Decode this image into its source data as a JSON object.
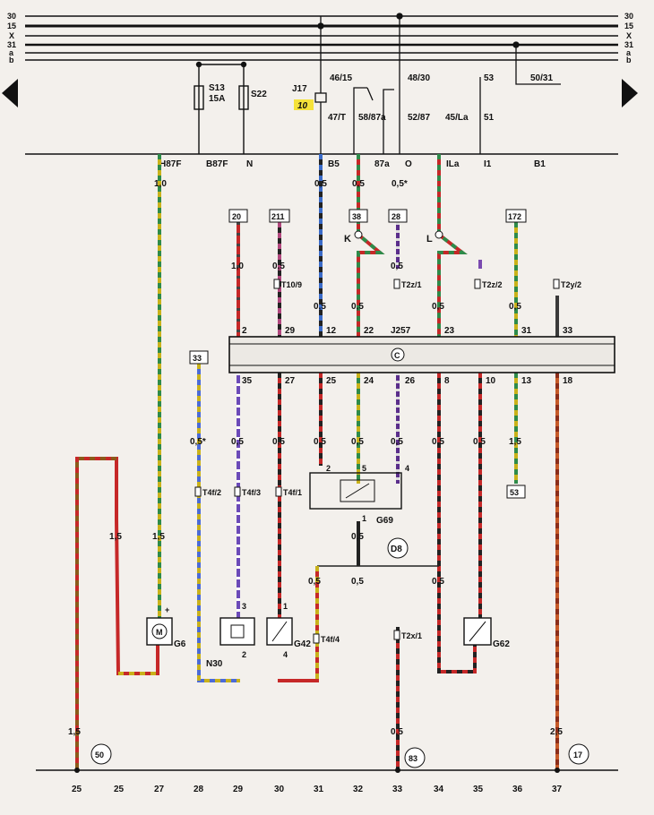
{
  "buses": {
    "left": [
      "30",
      "15",
      "X",
      "31",
      "a",
      "b"
    ],
    "right": [
      "30",
      "15",
      "X",
      "31",
      "a",
      "b"
    ]
  },
  "fuses": {
    "s13": "S13",
    "s13_rating": "15A",
    "s22": "S22"
  },
  "relay": {
    "name": "J17",
    "number": "10",
    "terminals": [
      "46/15",
      "48/30",
      "47/T",
      "58/87a",
      "52/87",
      "45/La",
      "51",
      "53",
      "50/31"
    ]
  },
  "connectors_top": [
    "H87F",
    "B87F",
    "N",
    "B5",
    "87a",
    "O",
    "ILa",
    "I1",
    "B1"
  ],
  "wire_sizes_top": [
    "1,0",
    "0,5",
    "0,5",
    "0,5*"
  ],
  "plugs": [
    "20",
    "211",
    "38",
    "28",
    "172",
    "33",
    "53"
  ],
  "markers": [
    "K",
    "L"
  ],
  "connector_pins": [
    "T10/9",
    "T2z/1",
    "T2z/2",
    "T2y/2"
  ],
  "wire_sizes_mid": [
    "1,0",
    "0,5",
    "0,5",
    "0,5",
    "0,5",
    "0,5",
    "0,5"
  ],
  "central_unit": {
    "label": "J257",
    "symbol": "C",
    "top_pins": [
      "2",
      "29",
      "12",
      "22",
      "23",
      "31",
      "33"
    ],
    "bottom_pins": [
      "35",
      "27",
      "25",
      "24",
      "26",
      "8",
      "10",
      "13",
      "18"
    ]
  },
  "wire_sizes_lower": [
    "0,5*",
    "0,5",
    "0,5",
    "0,5",
    "0,5",
    "0,5",
    "0,5",
    "0,5",
    "1,5",
    "2,5"
  ],
  "lower_connectors": [
    "T4f/2",
    "T4f/3",
    "T4f/1",
    "T4f/4",
    "T2x/1"
  ],
  "component_pins": [
    "2",
    "5",
    "4",
    "1",
    "+",
    "3",
    "2",
    "1",
    "4"
  ],
  "components": {
    "g6": "G6",
    "n30": "N30",
    "g42": "G42",
    "g69": "G69",
    "g62": "G62",
    "d8": "D8"
  },
  "wire_sizes_bottom": [
    "1,5",
    "1,5",
    "0,5",
    "0,5",
    "0,5",
    "0,5",
    "1,5",
    "0,5"
  ],
  "ground_refs": [
    "50",
    "83",
    "17"
  ],
  "columns": [
    "25",
    "25",
    "27",
    "28",
    "29",
    "30",
    "31",
    "32",
    "33",
    "34",
    "35",
    "36",
    "37"
  ]
}
